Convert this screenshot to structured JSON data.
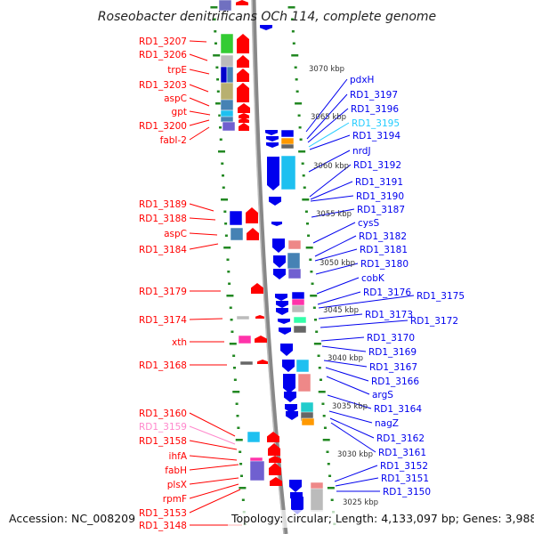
{
  "title": "Roseobacter denitrificans OCh 114, complete genome",
  "footer": {
    "accession": "Accession: NC_008209",
    "summary": "Topology: circular; Length: 4,133,097 bp; Genes: 3,988"
  },
  "colors": {
    "left_strand_label": "#ff0000",
    "right_strand_label": "#0000ee",
    "highlight_pink": "#ff88cc",
    "highlight_cyan": "#22ccff",
    "ruler_ticks": "#228822",
    "backbone": "#888888"
  },
  "scale_labels": [
    "3070 kbp",
    "3065 kbp",
    "3060 kbp",
    "3055 kbp",
    "3050 kbp",
    "3045 kbp",
    "3040 kbp",
    "3035 kbp",
    "3030 kbp",
    "3025 kbp"
  ],
  "left_genes": [
    "RD1_3207",
    "RD1_3206",
    "trpE",
    "RD1_3203",
    "aspC",
    "gpt",
    "RD1_3200",
    "fabI-2",
    "RD1_3189",
    "RD1_3188",
    "aspC",
    "RD1_3184",
    "RD1_3179",
    "RD1_3174",
    "xth",
    "RD1_3168",
    "RD1_3160",
    "RD1_3159",
    "RD1_3158",
    "ihfA",
    "fabH",
    "plsX",
    "rpmF",
    "RD1_3153",
    "RD1_3148"
  ],
  "right_genes": [
    "pdxH",
    "RD1_3197",
    "RD1_3196",
    "RD1_3195",
    "RD1_3194",
    "nrdJ",
    "RD1_3192",
    "RD1_3191",
    "RD1_3190",
    "RD1_3187",
    "cysS",
    "RD1_3182",
    "RD1_3181",
    "RD1_3180",
    "cobK",
    "RD1_3176",
    "RD1_3175",
    "RD1_3173",
    "RD1_3172",
    "RD1_3170",
    "RD1_3169",
    "RD1_3167",
    "RD1_3166",
    "argS",
    "RD1_3164",
    "nagZ",
    "RD1_3162",
    "RD1_3161",
    "RD1_3152",
    "RD1_3151",
    "RD1_3150"
  ]
}
